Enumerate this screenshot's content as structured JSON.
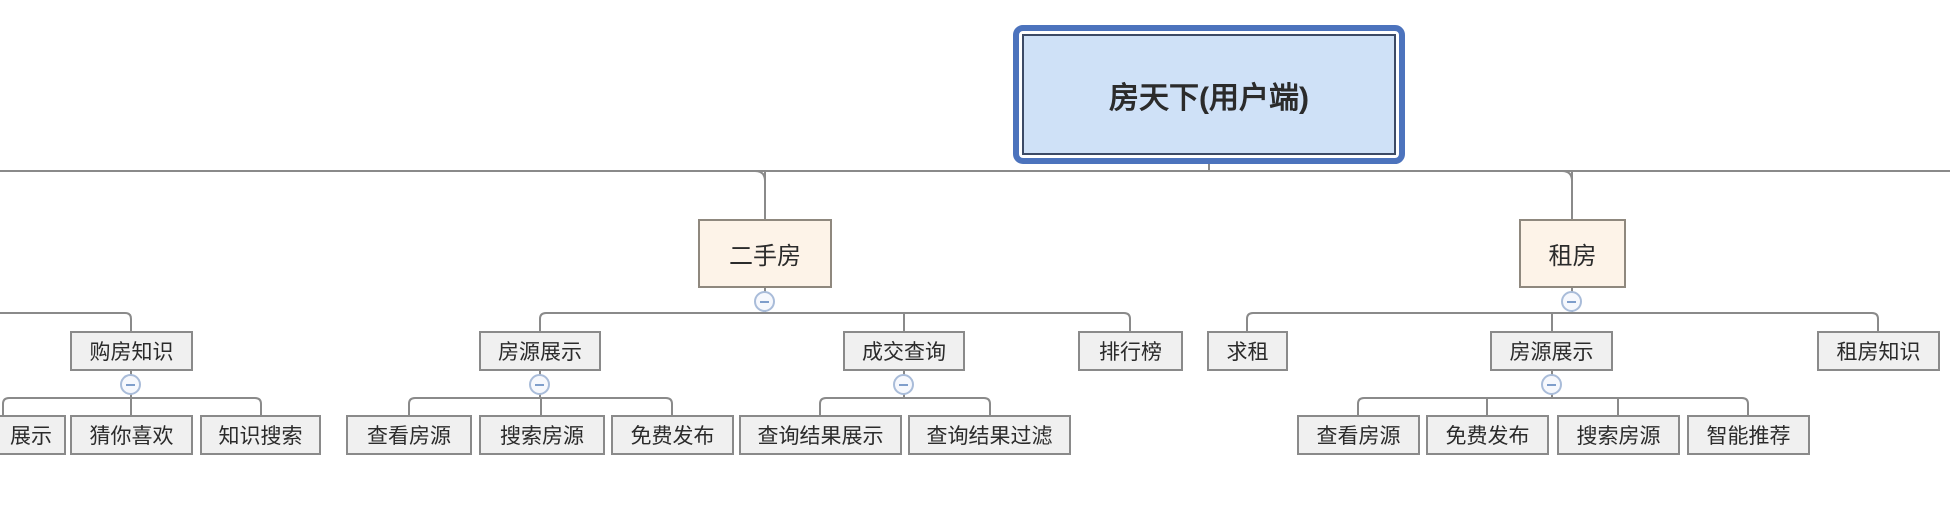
{
  "mindmap": {
    "root": {
      "label": "房天下(用户端)"
    },
    "truncated_branch": {
      "parent": {
        "label": "购房知识"
      },
      "children": [
        {
          "label": "展示"
        },
        {
          "label": "猜你喜欢"
        },
        {
          "label": "知识搜索"
        }
      ]
    },
    "secondhand": {
      "label": "二手房",
      "children": [
        {
          "label": "房源展示",
          "children": [
            {
              "label": "查看房源"
            },
            {
              "label": "搜索房源"
            },
            {
              "label": "免费发布"
            }
          ]
        },
        {
          "label": "成交查询",
          "children": [
            {
              "label": "查询结果展示"
            },
            {
              "label": "查询结果过滤"
            }
          ]
        },
        {
          "label": "排行榜",
          "children": []
        }
      ]
    },
    "rent": {
      "label": "租房",
      "children": [
        {
          "label": "求租",
          "children": []
        },
        {
          "label": "房源展示",
          "children": [
            {
              "label": "查看房源"
            },
            {
              "label": "免费发布"
            },
            {
              "label": "搜索房源"
            },
            {
              "label": "智能推荐"
            }
          ]
        },
        {
          "label": "租房知识",
          "children": []
        }
      ]
    },
    "icons": {
      "collapse_toggle": "−"
    }
  },
  "colors": {
    "background": "#ffffff",
    "root_fill": "#cfe1f7",
    "root_border": "#4c73bd",
    "root_inner_border": "#3c4a66",
    "branch_fill": "#fdf3e8",
    "branch_border": "#8f887e",
    "topic_fill": "#f0f0f0",
    "topic_border": "#8a8a8a",
    "connector": "#8a8a8a",
    "collapse_border": "#a9bcd9",
    "collapse_minus": "#7f9ecb",
    "text": "#2b2b2b"
  }
}
